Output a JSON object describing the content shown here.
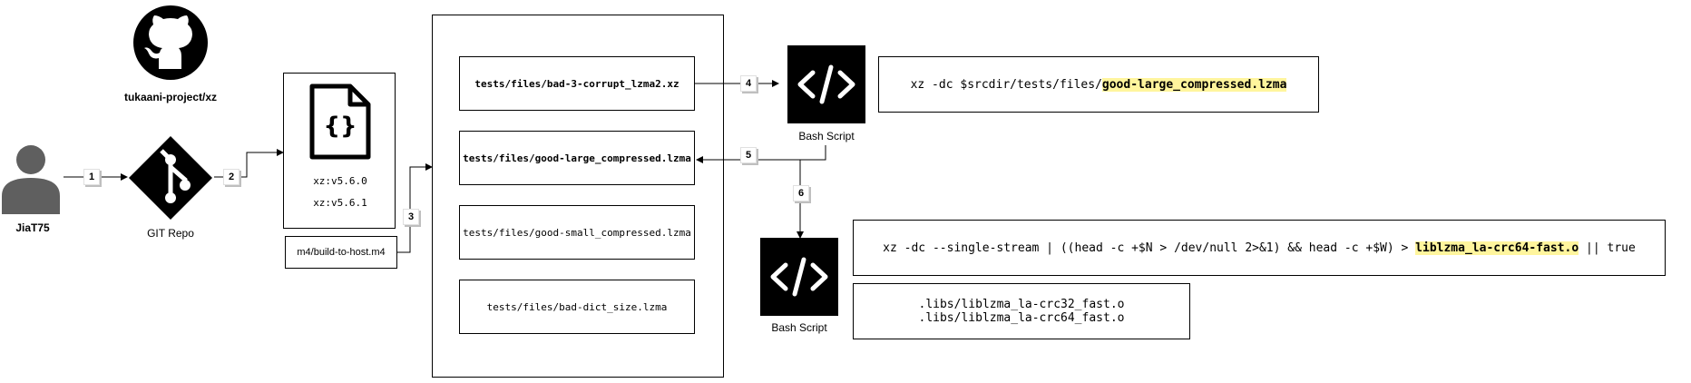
{
  "actor": {
    "name": "JiaT75"
  },
  "github": {
    "repo": "tukaani-project/xz"
  },
  "git": {
    "label": "GIT Repo"
  },
  "tags": {
    "v1": "xz:v5.6.0",
    "v2": "xz:v5.6.1"
  },
  "m4file": "m4/build-to-host.m4",
  "files": [
    {
      "name": "tests/files/bad-3-corrupt_lzma2.xz"
    },
    {
      "name": "tests/files/good-large_compressed.lzma"
    },
    {
      "name": "tests/files/good-small_compressed.lzma"
    },
    {
      "name": "tests/files/bad-dict_size.lzma"
    }
  ],
  "steps": [
    "1",
    "2",
    "3",
    "4",
    "5",
    "6"
  ],
  "bash1": {
    "label": "Bash Script"
  },
  "bash2": {
    "label": "Bash Script"
  },
  "cmd1": {
    "prefix": "xz -dc $srcdir/tests/files/",
    "highlight": "good-large_compressed.lzma"
  },
  "cmd2": {
    "prefix": "xz -dc --single-stream | ((head -c +$N > /dev/null 2>&1) && head -c +$W) > ",
    "highlight": "liblzma_la-crc64-fast.o",
    "suffix": " || true"
  },
  "libs": [
    ".libs/liblzma_la-crc32_fast.o",
    ".libs/liblzma_la-crc64_fast.o"
  ],
  "colors": {
    "highlight": "#fff59d",
    "icon_dark": "#000000",
    "person": "#5f5f5f"
  }
}
